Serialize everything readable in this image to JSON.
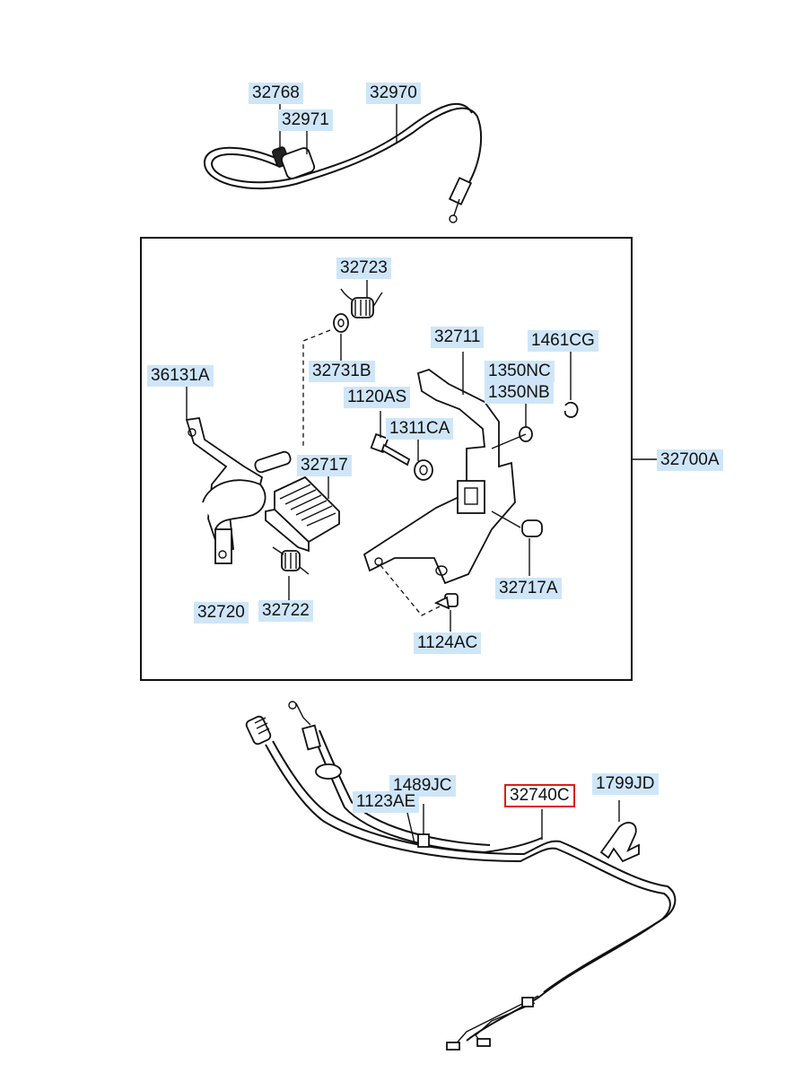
{
  "labels": {
    "p32768": "32768",
    "p32970": "32970",
    "p32971": "32971",
    "p32723": "32723",
    "p32711": "32711",
    "p1461CG": "1461CG",
    "p36131A": "36131A",
    "p32731B": "32731B",
    "p1350NC": "1350NC",
    "p1350NB": "1350NB",
    "p1120AS": "1120AS",
    "p1311CA": "1311CA",
    "p32700A": "32700A",
    "p32717": "32717",
    "p32717A": "32717A",
    "p32720": "32720",
    "p32722": "32722",
    "p1124AC": "1124AC",
    "p1489JC": "1489JC",
    "p1123AE": "1123AE",
    "p32740C": "32740C",
    "p1799JD": "1799JD"
  },
  "selected_part": "32740C",
  "colors": {
    "label_bg": "#cfe6f8",
    "selected_border": "#e01b1b",
    "line": "#111111"
  }
}
